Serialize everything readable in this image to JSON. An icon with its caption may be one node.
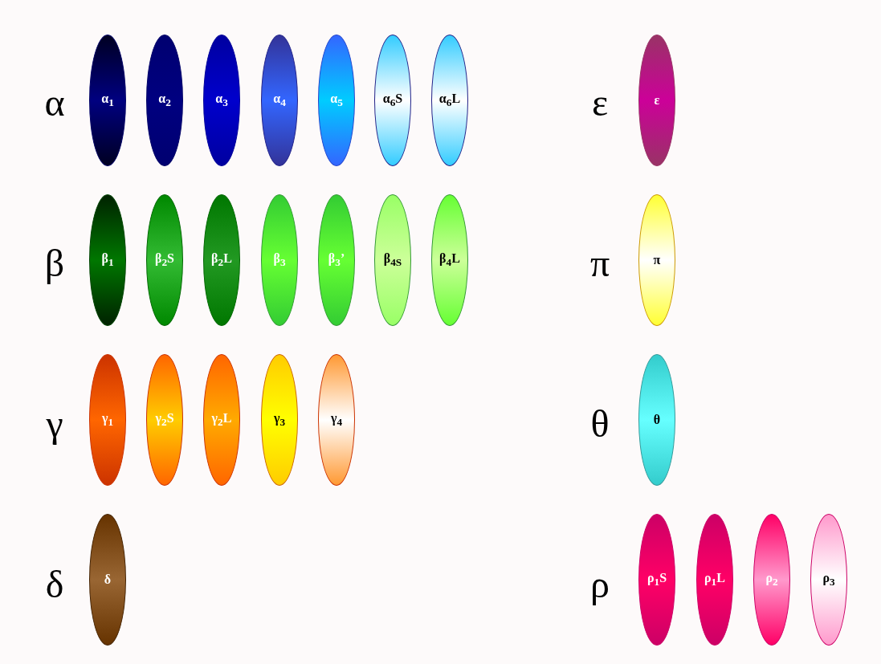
{
  "diagram": {
    "nodes": [
      {
        "text": [
          "α$_{1}$"
        ]
      },
      {
        "text": [
          "α$_{2}$"
        ]
      },
      {
        "text": [
          "α$_{3}$"
        ]
      },
      {
        "text": [
          "α$_{4}$"
        ]
      },
      {
        "text": [
          "α$_{5}$"
        ]
      },
      {
        "text": [
          "α$_{6}$S"
        ]
      },
      {
        "text": [
          "α$_{6}$L"
        ]
      },
      {
        "text": [
          "ε"
        ]
      },
      {
        "text": [
          "β$_{1}$"
        ]
      },
      {
        "text": [
          "β$_{2}$S"
        ]
      },
      {
        "text": [
          "β$_{2}$L"
        ]
      },
      {
        "text": [
          "β$_{3}$"
        ]
      },
      {
        "text": [
          "β$_{3}$’"
        ]
      },
      {
        "text": [
          "β$_{4S}$"
        ]
      },
      {
        "text": [
          "β$_{4}$L"
        ]
      },
      {
        "text": [
          "π"
        ]
      },
      {
        "text": [
          "γ$_{1}$"
        ]
      },
      {
        "text": [
          "γ$_{2}$S"
        ]
      },
      {
        "text": [
          "γ$_{2}$L"
        ]
      },
      {
        "text": [
          "γ$_{3}$"
        ]
      },
      {
        "text": [
          "γ$_{4}$"
        ]
      },
      {
        "text": [
          "θ"
        ]
      },
      {
        "text": [
          "δ"
        ]
      },
      {
        "text": [
          "ρ$_{1}$S"
        ]
      },
      {
        "text": [
          "ρ$_{1}$L"
        ]
      },
      {
        "text": [
          "ρ$_{2}$"
        ]
      },
      {
        "text": [
          "ρ$_{3}$"
        ]
      }
    ],
    "labels": [
      "α",
      "ε",
      "β",
      "π",
      "γ",
      "θ",
      "δ",
      "ρ"
    ]
  }
}
